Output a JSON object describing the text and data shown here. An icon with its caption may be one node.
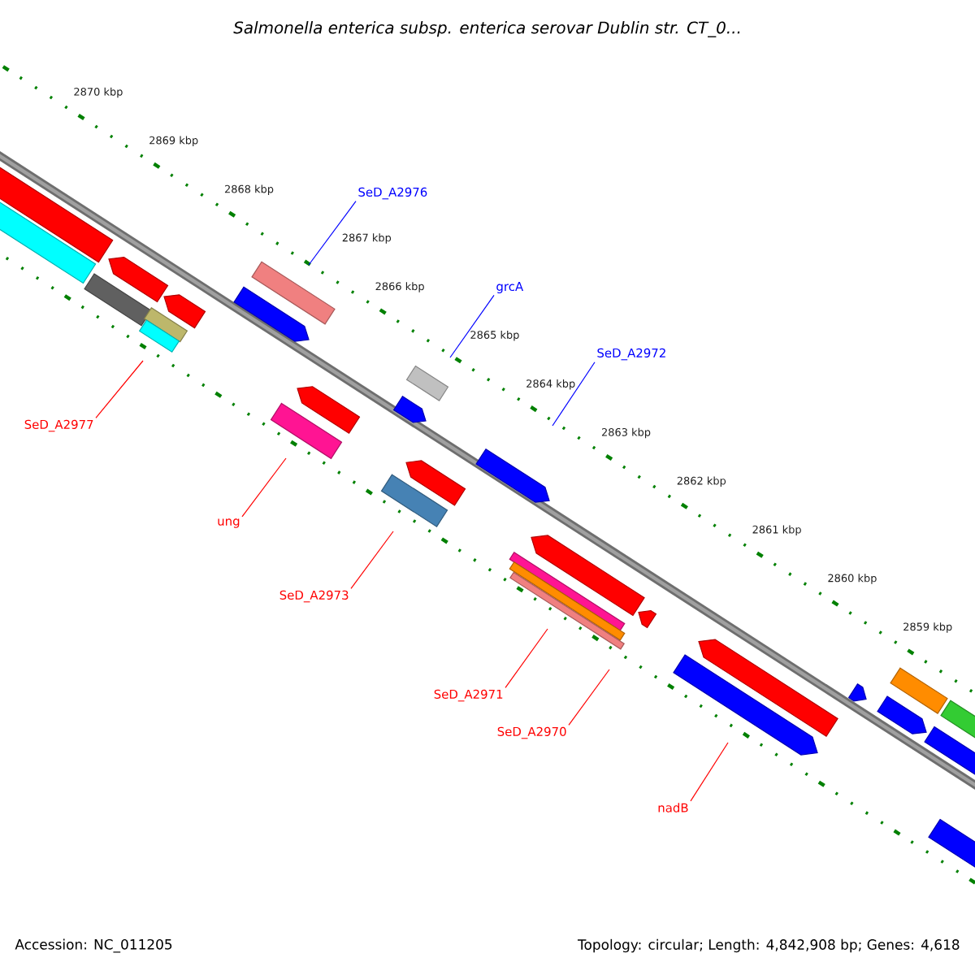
{
  "diagram": {
    "title": "*Salmonella enterica* subsp. *enterica* serovar *Dublin* str. *CT_0...*",
    "nodes": [
      {
        "text": [
          "SeD_A2976"
        ]
      },
      {
        "text": [
          "grcA"
        ]
      },
      {
        "text": [
          "SeD_A2972"
        ]
      },
      {
        "text": [
          "SeD_A2977"
        ]
      },
      {
        "text": [
          "ung"
        ]
      },
      {
        "text": [
          "SeD_A2973"
        ]
      },
      {
        "text": [
          "SeD_A2971"
        ]
      },
      {
        "text": [
          "SeD_A2970"
        ]
      },
      {
        "text": [
          "nadB"
        ]
      }
    ],
    "edges": [
      {
        "from": 0,
        "to": null,
        "arrow": "none",
        "color": "#0000ff"
      },
      {
        "from": 1,
        "to": null,
        "arrow": "none",
        "color": "#0000ff"
      },
      {
        "from": 2,
        "to": null,
        "arrow": "none",
        "color": "#0000ff"
      },
      {
        "from": 3,
        "to": null,
        "arrow": "none",
        "color": "#ff0000"
      },
      {
        "from": 4,
        "to": null,
        "arrow": "none",
        "color": "#ff0000"
      },
      {
        "from": 5,
        "to": null,
        "arrow": "none",
        "color": "#ff0000"
      },
      {
        "from": 6,
        "to": null,
        "arrow": "none",
        "color": "#ff0000"
      },
      {
        "from": 7,
        "to": null,
        "arrow": "none",
        "color": "#ff0000"
      },
      {
        "from": 8,
        "to": null,
        "arrow": "none",
        "color": "#ff0000"
      }
    ],
    "labels": [
      "2870 kbp",
      "2869 kbp",
      "2868 kbp",
      "2867 kbp",
      "2866 kbp",
      "2865 kbp",
      "2864 kbp",
      "2863 kbp",
      "2862 kbp",
      "2861 kbp",
      "2860 kbp",
      "2859 kbp",
      "Accession: NC_011205",
      "Topology: circular; Length: 4,842,908 bp; Genes: 4,618"
    ]
  }
}
